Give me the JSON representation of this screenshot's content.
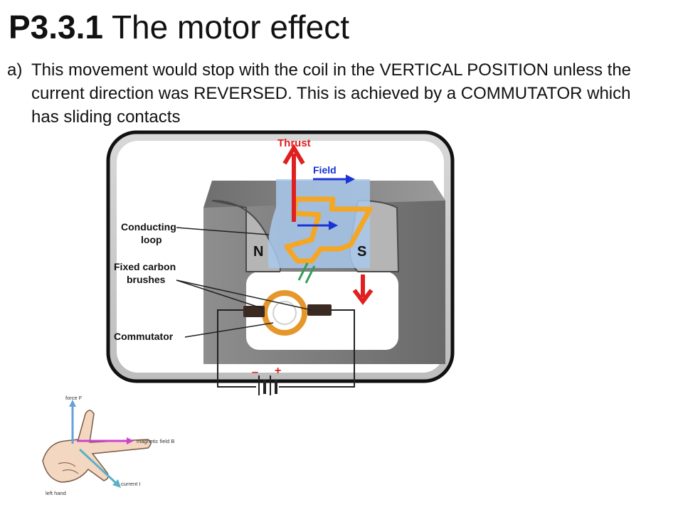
{
  "slide": {
    "title_number": "P3.3.1",
    "title_text": "The motor effect",
    "bullet_marker": "a)",
    "bullet_text": "This movement would stop with the coil in the VERTICAL POSITION unless the current direction was REVERSED. This is achieved by a COMMUTATOR which has sliding contacts"
  },
  "motor_diagram": {
    "thrust": "Thrust",
    "field": "Field",
    "conducting_loop_1": "Conducting",
    "conducting_loop_2": "loop",
    "fixed_brushes_1": "Fixed carbon",
    "fixed_brushes_2": "brushes",
    "commutator": "Commutator",
    "north": "N",
    "south": "S",
    "minus": "–",
    "plus": "+"
  },
  "hand_diagram": {
    "force": "force F",
    "magnetic_field": "magnetic field B",
    "current": "current I",
    "left_hand": "left hand"
  },
  "colors": {
    "thrust_arrow": "#e02020",
    "field_arrow": "#1a33d6",
    "coil": "#f5a623",
    "magnet": "#8a8a8a",
    "field_region": "#a9c8ec",
    "current_arrow": "#2e9e57"
  }
}
